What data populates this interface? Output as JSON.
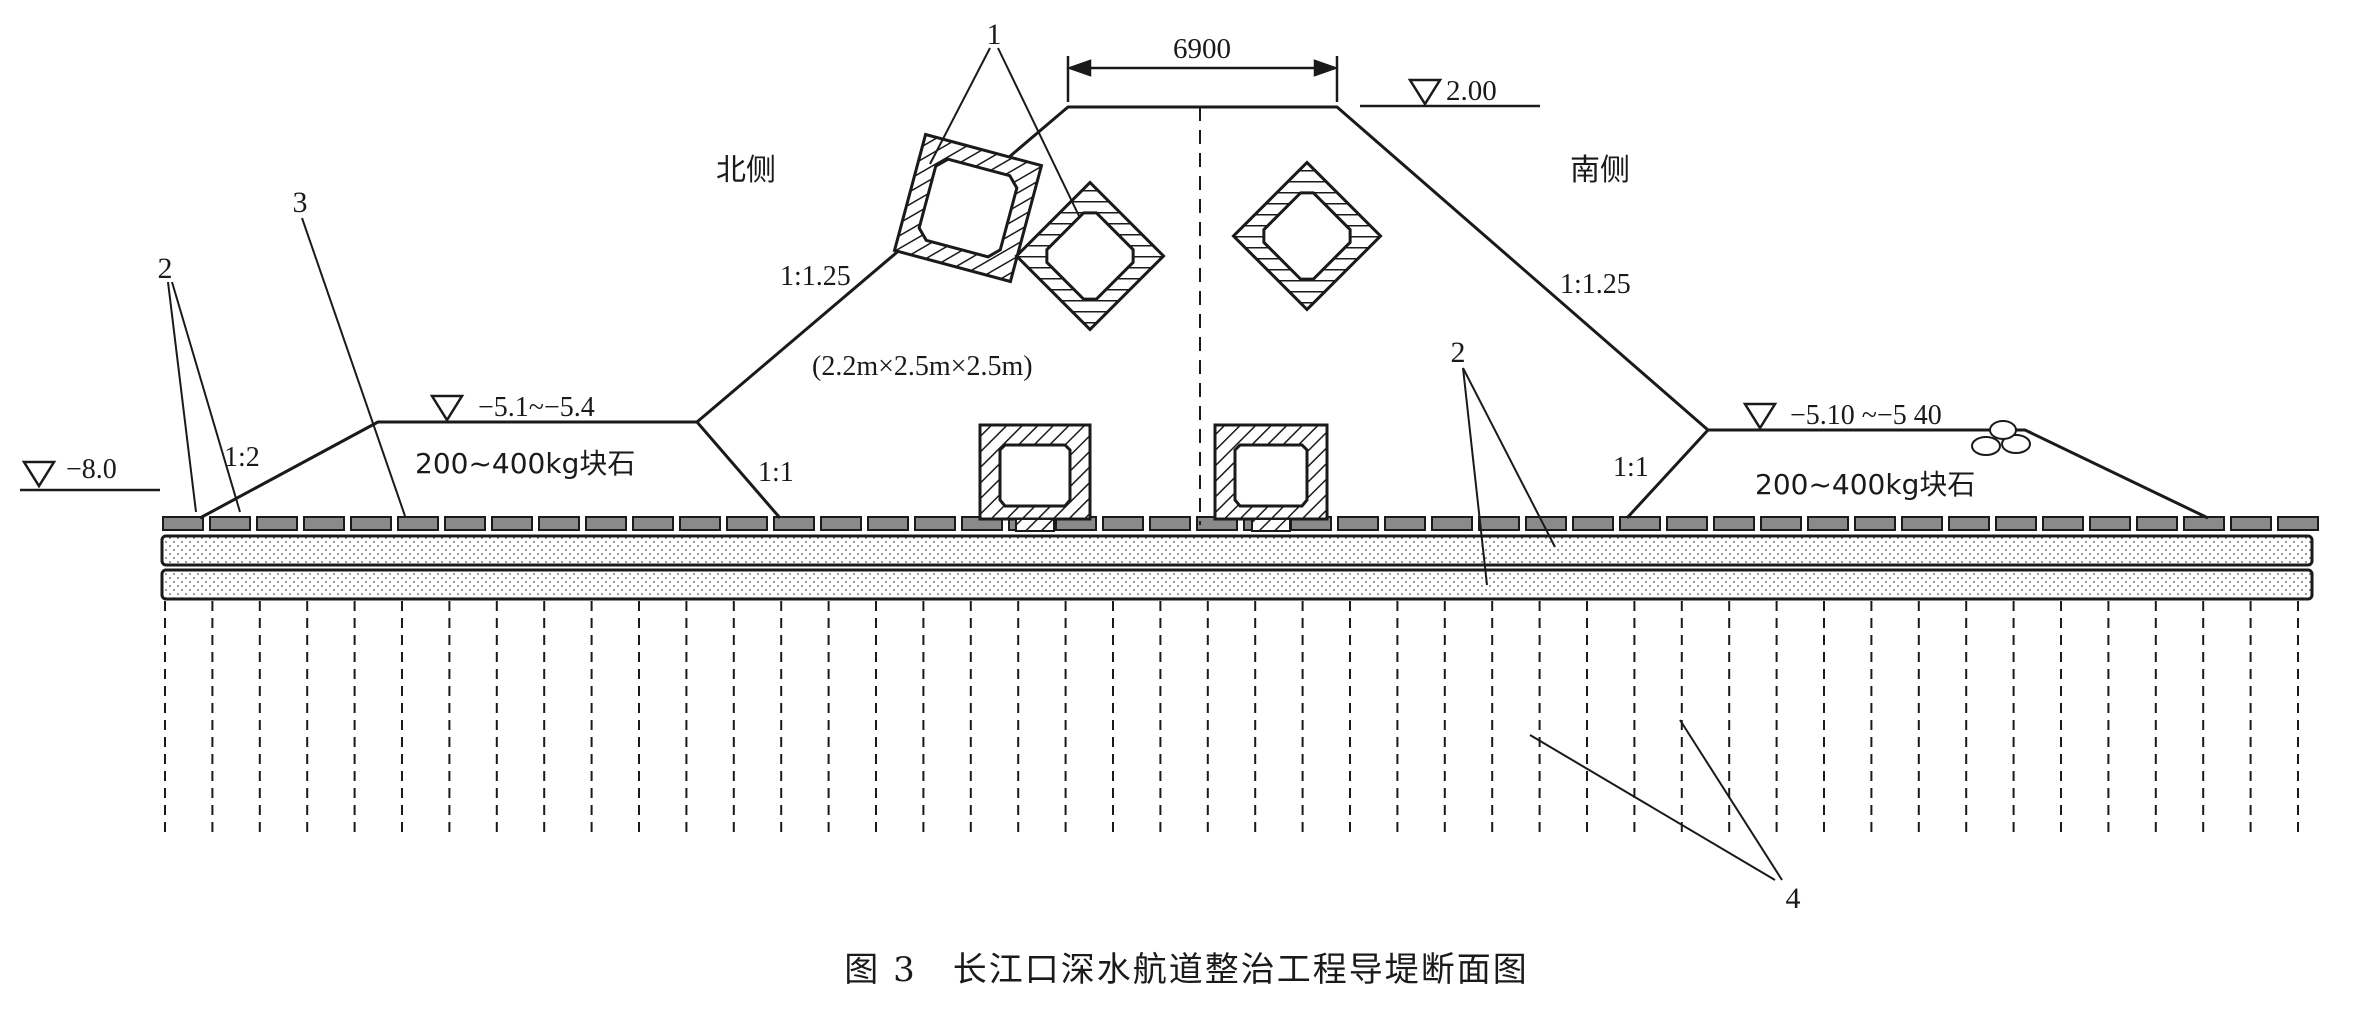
{
  "figure": {
    "caption": "图 3　长江口深水航道整治工程导堤断面图",
    "side_labels": {
      "north": "北侧",
      "south": "南侧"
    },
    "dimension": {
      "crest_width": "6900"
    },
    "elevations": {
      "crest": "2.00",
      "north_berm": "−5.1~−5.4",
      "south_berm": "−5.10 ~−5 40",
      "seabed": "−8.0"
    },
    "slopes": {
      "north_upper": "1:1.25",
      "south_upper": "1:1.25",
      "north_berm_outer": "1:2",
      "north_inner": "1:1",
      "south_inner": "1:1"
    },
    "materials": {
      "caisson_size": "(2.2m×2.5m×2.5m)",
      "north_berm": "200~400kg块石",
      "south_berm": "200~400kg块石"
    },
    "callouts": {
      "c1": "1",
      "c2_left": "2",
      "c2_right": "2",
      "c3": "3",
      "c4": "4"
    },
    "colors": {
      "ink": "#1a1a1a",
      "block_fill": "#8a8a8a"
    }
  }
}
